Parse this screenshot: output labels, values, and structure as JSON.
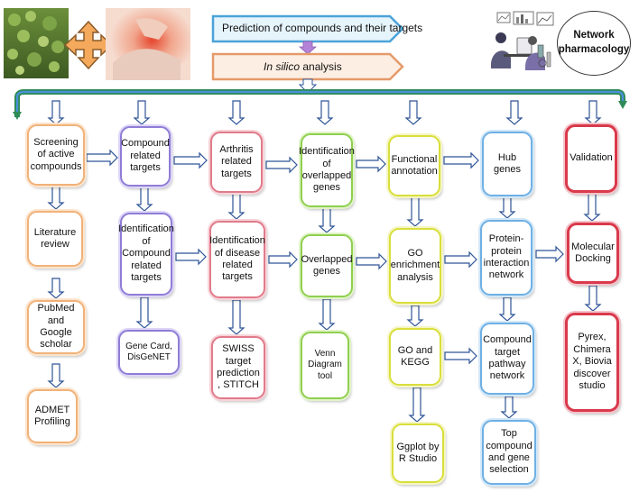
{
  "header": {
    "prediction_label": "Prediction of compounds and their targets",
    "insilico_italic": "In silico",
    "insilico_rest": " analysis",
    "network_pharmacology": "Network pharmacology"
  },
  "columns": [
    {
      "color": "orange",
      "boxes": [
        "Screening of active compounds",
        "Literature review",
        "PubMed and Google scholar",
        "ADMET Profiling"
      ]
    },
    {
      "color": "purple",
      "boxes": [
        "Compound related targets",
        "Identification of Compound related targets",
        "Gene Card, DisGeNET"
      ]
    },
    {
      "color": "pink",
      "boxes": [
        "Arthritis related targets",
        "Identification of disease related targets",
        "SWISS target prediction , STITCH"
      ]
    },
    {
      "color": "green",
      "boxes": [
        "Identification of overlapped genes",
        "Overlapped genes",
        "Venn Diagram tool"
      ]
    },
    {
      "color": "yellow",
      "boxes": [
        "Functional annotation",
        "GO enrichment analysis",
        "GO and KEGG",
        "Ggplot by R Studio"
      ]
    },
    {
      "color": "blue",
      "boxes": [
        "Hub genes",
        "Protein-protein interaction network",
        "Compound target pathway network",
        "Top compound and gene selection"
      ]
    },
    {
      "color": "red",
      "boxes": [
        "Validation",
        "Molecular Docking",
        "Pyrex, Chimera X, Biovia discover studio"
      ]
    }
  ],
  "colors": {
    "banner_fill": "#e6f4fb",
    "banner_border": "#4aa3d8",
    "insilico_fill": "#fdeee3",
    "insilico_border": "#e59a6a",
    "arrow_fill": "#ffffff",
    "arrow_stroke": "#2f5597",
    "bracket_green": "#2e8b57",
    "bracket_blue": "#4a90d9",
    "pink_arrow": "#b482d6"
  },
  "icons": [
    "plant-photo-icon",
    "four-way-arrow-icon",
    "knee-pain-photo-icon",
    "researcher-illustration-icon"
  ]
}
